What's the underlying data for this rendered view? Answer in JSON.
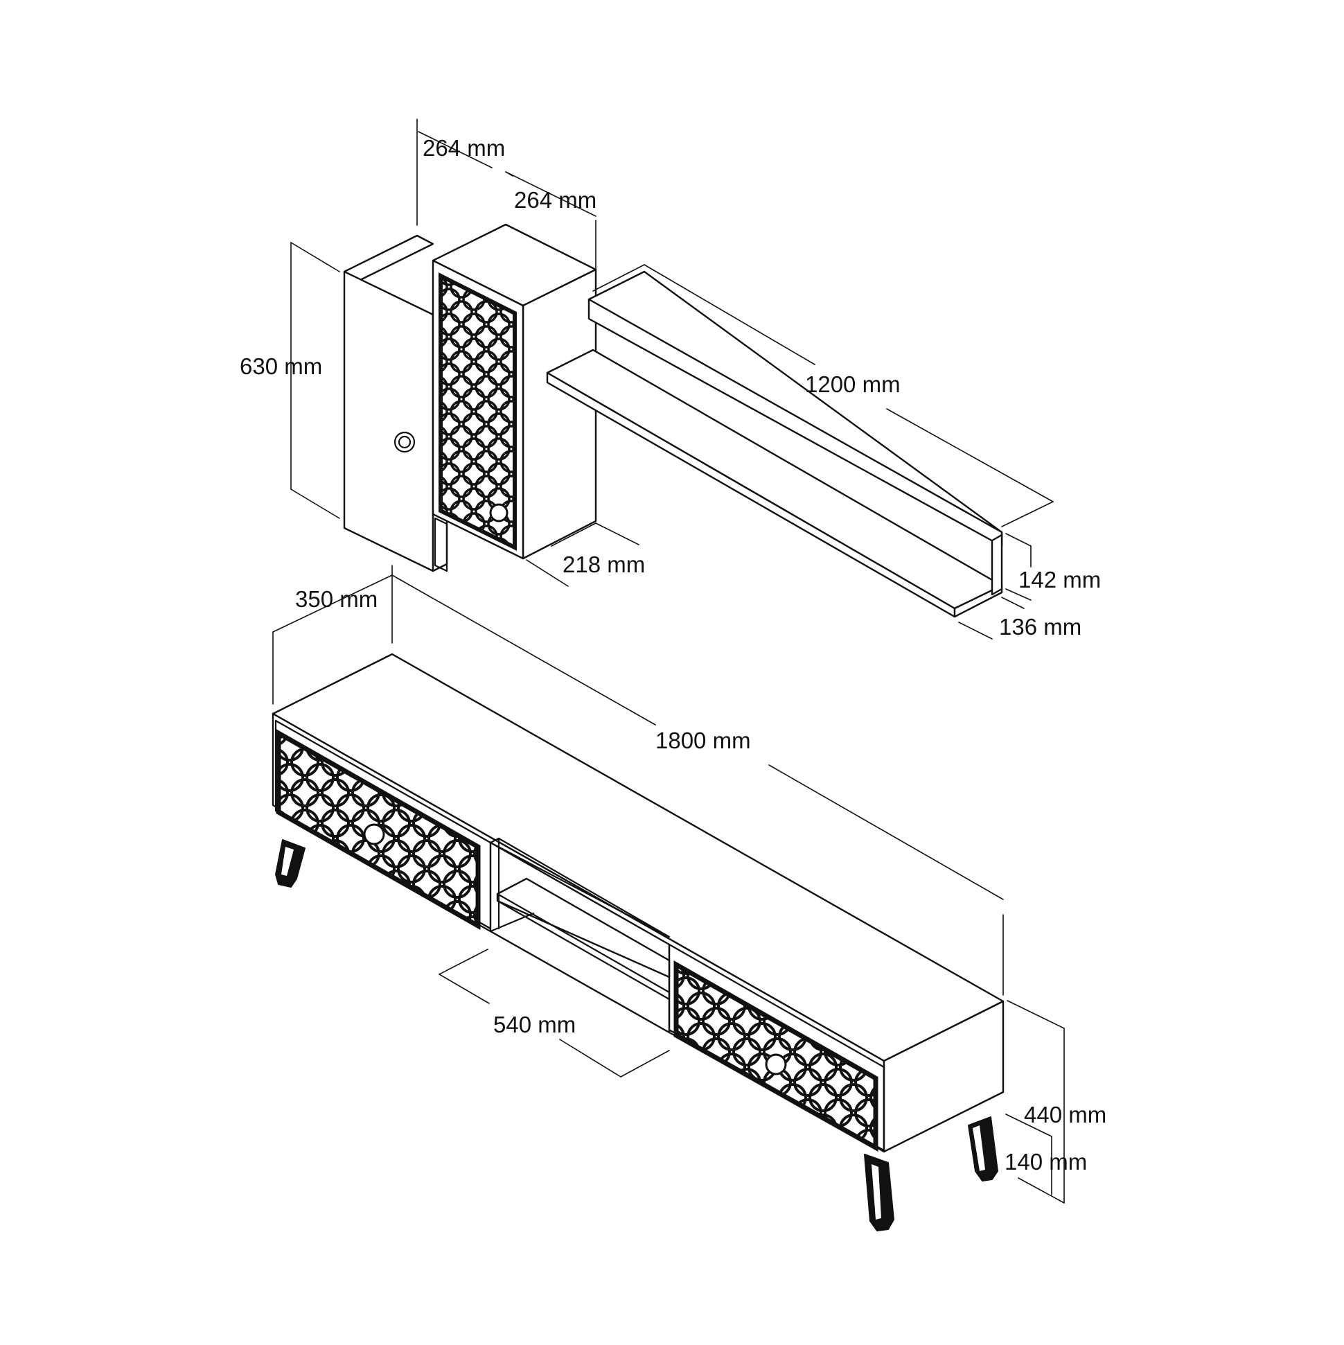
{
  "dimensions": {
    "cabinet_left_depth": "264 mm",
    "cabinet_right_depth": "264 mm",
    "cabinet_height": "630 mm",
    "shelf_length": "1200 mm",
    "cabinet_width": "218 mm",
    "shelf_height": "142 mm",
    "shelf_depth": "136 mm",
    "tv_unit_depth": "350 mm",
    "tv_unit_length": "1800 mm",
    "middle_section_width": "540 mm",
    "tv_unit_height": "440 mm",
    "leg_height": "140 mm"
  },
  "colors": {
    "line": "#111111",
    "background": "#ffffff"
  }
}
